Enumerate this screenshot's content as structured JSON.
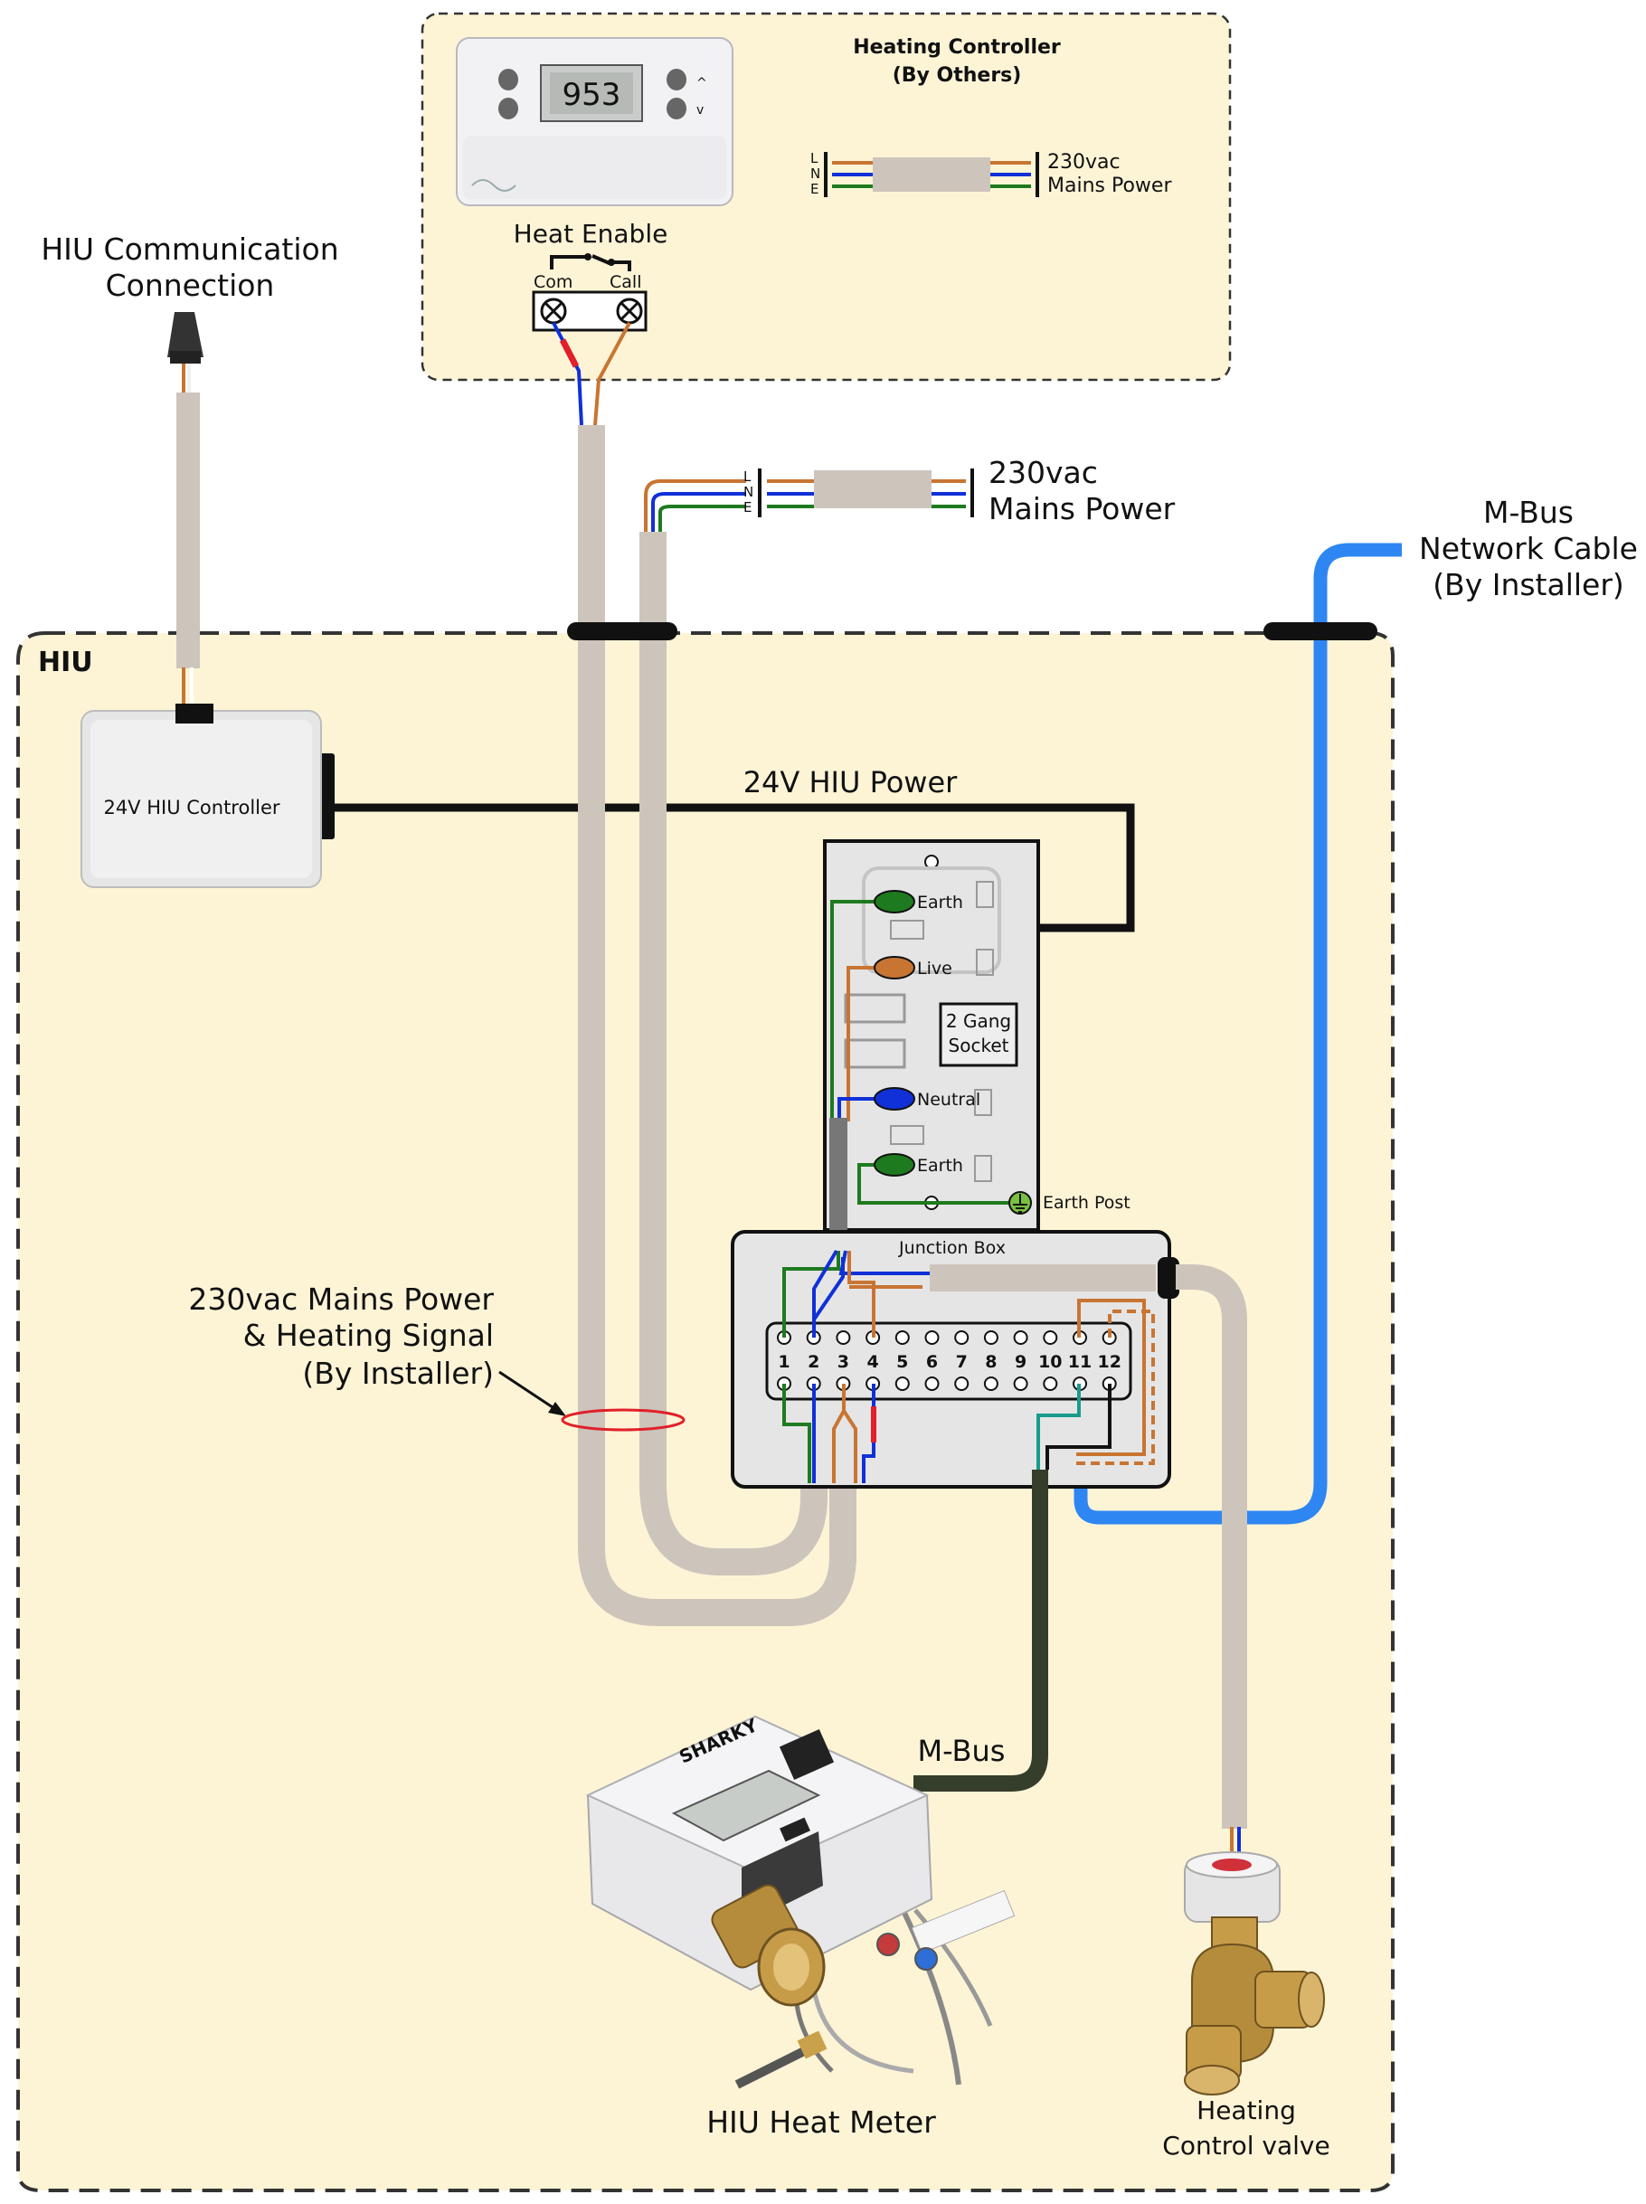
{
  "colors": {
    "panel_fill": "#fdf4d6",
    "cable_grey": "#cdc4bc",
    "live_brown": "#c87533",
    "neutral_blue": "#1030d8",
    "earth_green": "#1e7a1e",
    "mbus_blue": "#2e86f2",
    "mbus_dark": "#353d2b",
    "red": "#e0202a"
  },
  "thermostat_panel": {
    "title_line1": "Heating Controller",
    "title_line2": "(By Others)",
    "display_value": "953",
    "lne_labels": [
      "L",
      "N",
      "E"
    ],
    "power_line1": "230vac",
    "power_line2": "Mains Power",
    "heat_enable": "Heat Enable",
    "com_label": "Com",
    "call_label": "Call"
  },
  "comm": {
    "line1": "HIU Communication",
    "line2": "Connection"
  },
  "mains_supply": {
    "lne_labels": [
      "L",
      "N",
      "E"
    ],
    "line1": "230vac",
    "line2": "Mains Power"
  },
  "mbus_network": {
    "line1": "M-Bus",
    "line2": "Network Cable",
    "line3": "(By Installer)"
  },
  "hiu": {
    "label": "HIU",
    "controller_label": "24V HIU Controller",
    "power_label": "24V HIU Power",
    "installer_line1": "230vac Mains Power",
    "installer_line2": "& Heating Signal",
    "installer_line3": "(By Installer)",
    "mbus_label": "M-Bus",
    "meter_label": "HIU Heat Meter",
    "meter_brand": "SHARKY",
    "valve_line1": "Heating",
    "valve_line2": "Control valve"
  },
  "socket": {
    "earth_top": "Earth",
    "live": "Live",
    "neutral": "Neutral",
    "earth_bottom": "Earth",
    "gang_line1": "2 Gang",
    "gang_line2": "Socket",
    "earth_post": "Earth Post"
  },
  "junction_box": {
    "title": "Junction Box",
    "terminals": [
      "1",
      "2",
      "3",
      "4",
      "5",
      "6",
      "7",
      "8",
      "9",
      "10",
      "11",
      "12"
    ]
  }
}
